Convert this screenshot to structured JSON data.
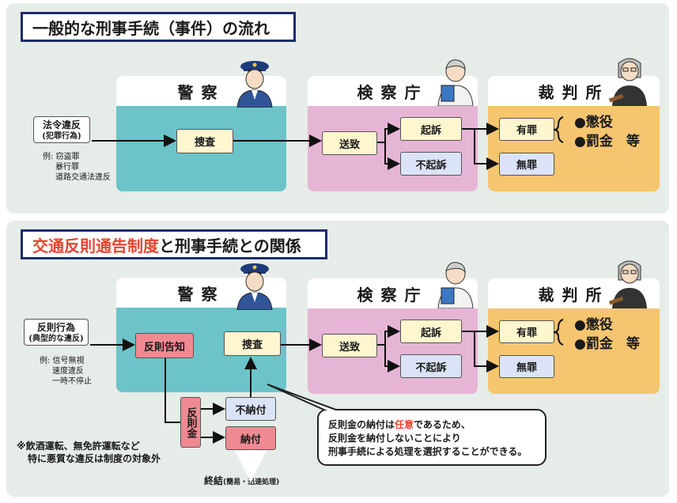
{
  "section1": {
    "title": "一般的な刑事手続（事件）の流れ",
    "police": "警察",
    "prosecutor": "検察庁",
    "court": "裁判所",
    "source_title": "法令違反",
    "source_sub": "(犯罪行為)",
    "examples": [
      "例: 窃盗罪",
      "暴行罪",
      "道路交通法違反"
    ],
    "investigation": "捜査",
    "referral": "送致",
    "indict": "起訴",
    "no_indict": "不起訴",
    "guilty": "有罪",
    "not_guilty": "無罪",
    "penalty1": "●懲役",
    "penalty2": "●罰金　等"
  },
  "section2": {
    "title_red": "交通反則通告制度",
    "title_rest": "と刑事手続との関係",
    "police": "警察",
    "prosecutor": "検察庁",
    "court": "裁判所",
    "source_title": "反則行為",
    "source_sub": "(典型的な違反)",
    "examples": [
      "例: 信号無視",
      "速度違反",
      "一時不停止"
    ],
    "notice": "反則告知",
    "investigation": "捜査",
    "fine_label": "反則金",
    "unpaid": "不納付",
    "paid": "納付",
    "end": "終結",
    "end_sub": "(簡易・迅速処理)",
    "referral": "送致",
    "indict": "起訴",
    "no_indict": "不起訴",
    "guilty": "有罪",
    "not_guilty": "無罪",
    "penalty1": "●懲役",
    "penalty2": "●罰金　等",
    "note": [
      "※飲酒運転、無免許運転など",
      "特に悪質な違反は制度の対象外"
    ],
    "callout_line1_a": "反則金の納付は",
    "callout_line1_red": "任意",
    "callout_line1_b": "であるため、",
    "callout_line2": "反則金を納付しないことにより",
    "callout_line3": "刑事手続による処理を選択することができる。"
  },
  "colors": {
    "police": "#6cc4c8",
    "prosecutor": "#e6b5d6",
    "court": "#f5c570",
    "title_border": "#1d2d6b",
    "accent_red": "#e8432e"
  }
}
